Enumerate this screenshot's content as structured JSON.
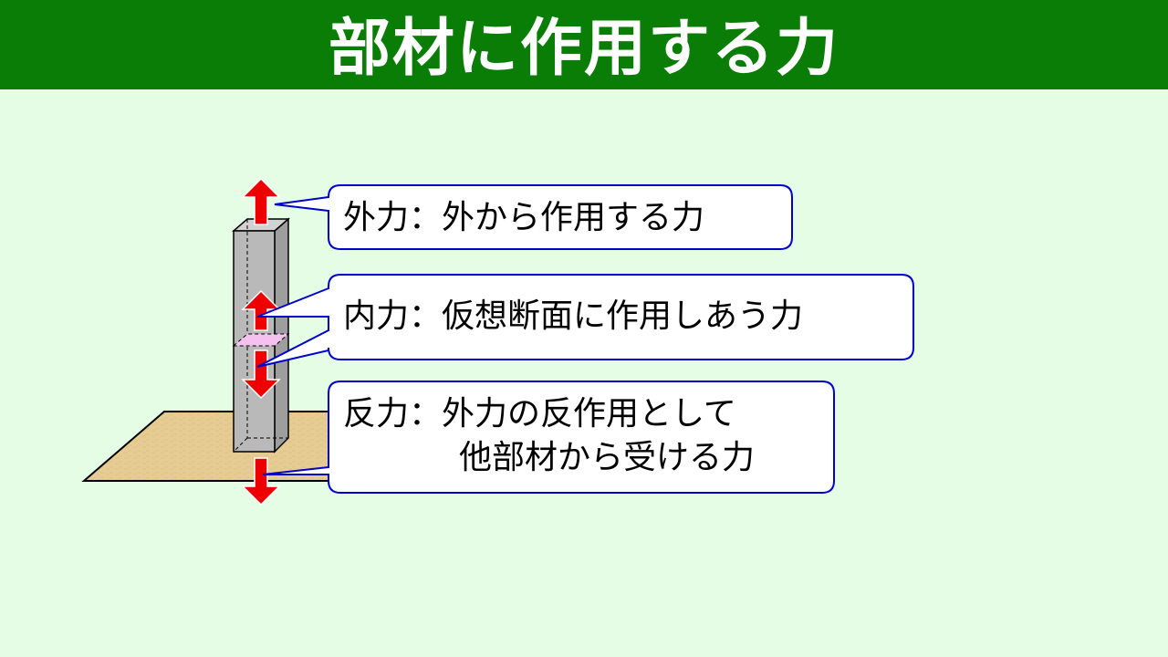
{
  "page": {
    "title": "部材に作用する力"
  },
  "callouts": [
    {
      "id": "external",
      "text": "外力：外から作用する力"
    },
    {
      "id": "internal",
      "text": "内力：仮想断面に作用しあう力"
    },
    {
      "id": "reaction",
      "line1": "反力：外力の反作用として",
      "line2": "他部材から受ける力"
    }
  ],
  "colors": {
    "title_bar": "#0a7d06",
    "background": "#e5fde5",
    "arrow": "#ee0000",
    "callout_border": "#0000cc",
    "column": "#b9b9b9",
    "ground": "#e6cc93",
    "section_plane": "#f5c2f0"
  }
}
